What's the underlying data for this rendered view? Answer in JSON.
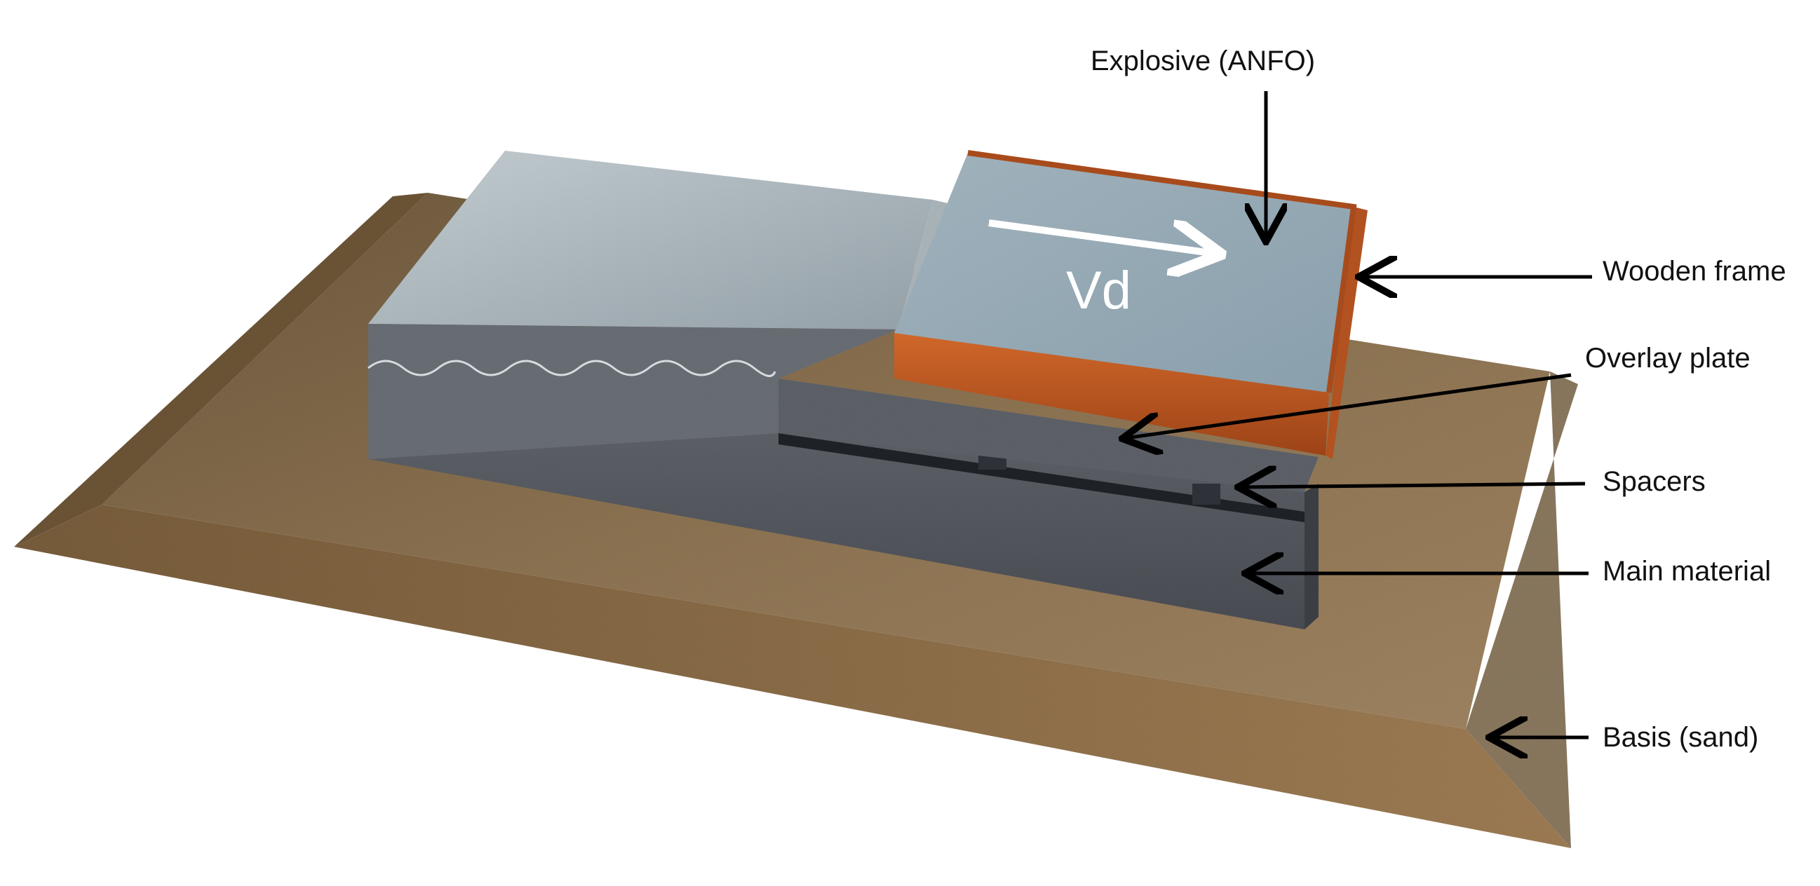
{
  "labels": {
    "explosive": "Explosive (ANFO)",
    "wooden_frame": "Wooden frame",
    "overlay_plate": "Overlay plate",
    "spacers": "Spacers",
    "main_material": "Main material",
    "basis": "Basis (sand)",
    "detonation_velocity": "Vd"
  },
  "colors": {
    "sand": "#8a6f4d",
    "sand_side": "#6f5538",
    "metal_top": "#b9c6cd",
    "metal_side": "#585c63",
    "explosive": "#9fb6c4",
    "wood": "#c05a22",
    "arrow": "#000000"
  }
}
